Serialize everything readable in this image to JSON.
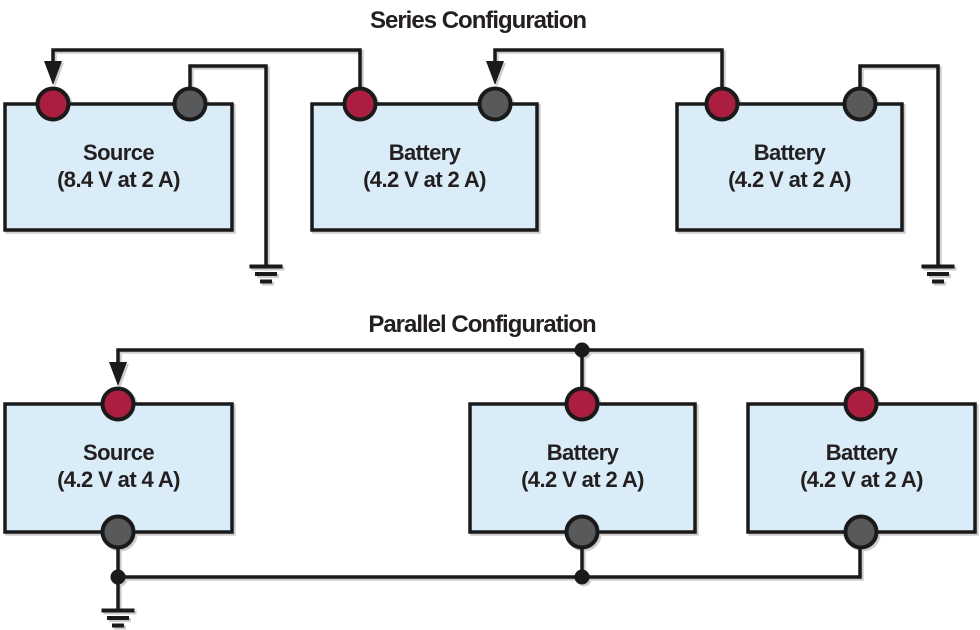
{
  "colors": {
    "background": "#ffffff",
    "box_fill": "#d9ecf8",
    "outline": "#1a1a1a",
    "positive_terminal": "#ab1e40",
    "negative_terminal": "#58595b",
    "text": "#231f20"
  },
  "series": {
    "title": "Series Configuration",
    "components": [
      {
        "name": "Source",
        "spec": "(8.4 V at 2 A)"
      },
      {
        "name": "Battery",
        "spec": "(4.2 V at 2 A)"
      },
      {
        "name": "Battery",
        "spec": "(4.2 V at 2 A)"
      }
    ]
  },
  "parallel": {
    "title": "Parallel Configuration",
    "components": [
      {
        "name": "Source",
        "spec": "(4.2 V at 4 A)"
      },
      {
        "name": "Battery",
        "spec": "(4.2 V at 2 A)"
      },
      {
        "name": "Battery",
        "spec": "(4.2 V at 2 A)"
      }
    ]
  }
}
